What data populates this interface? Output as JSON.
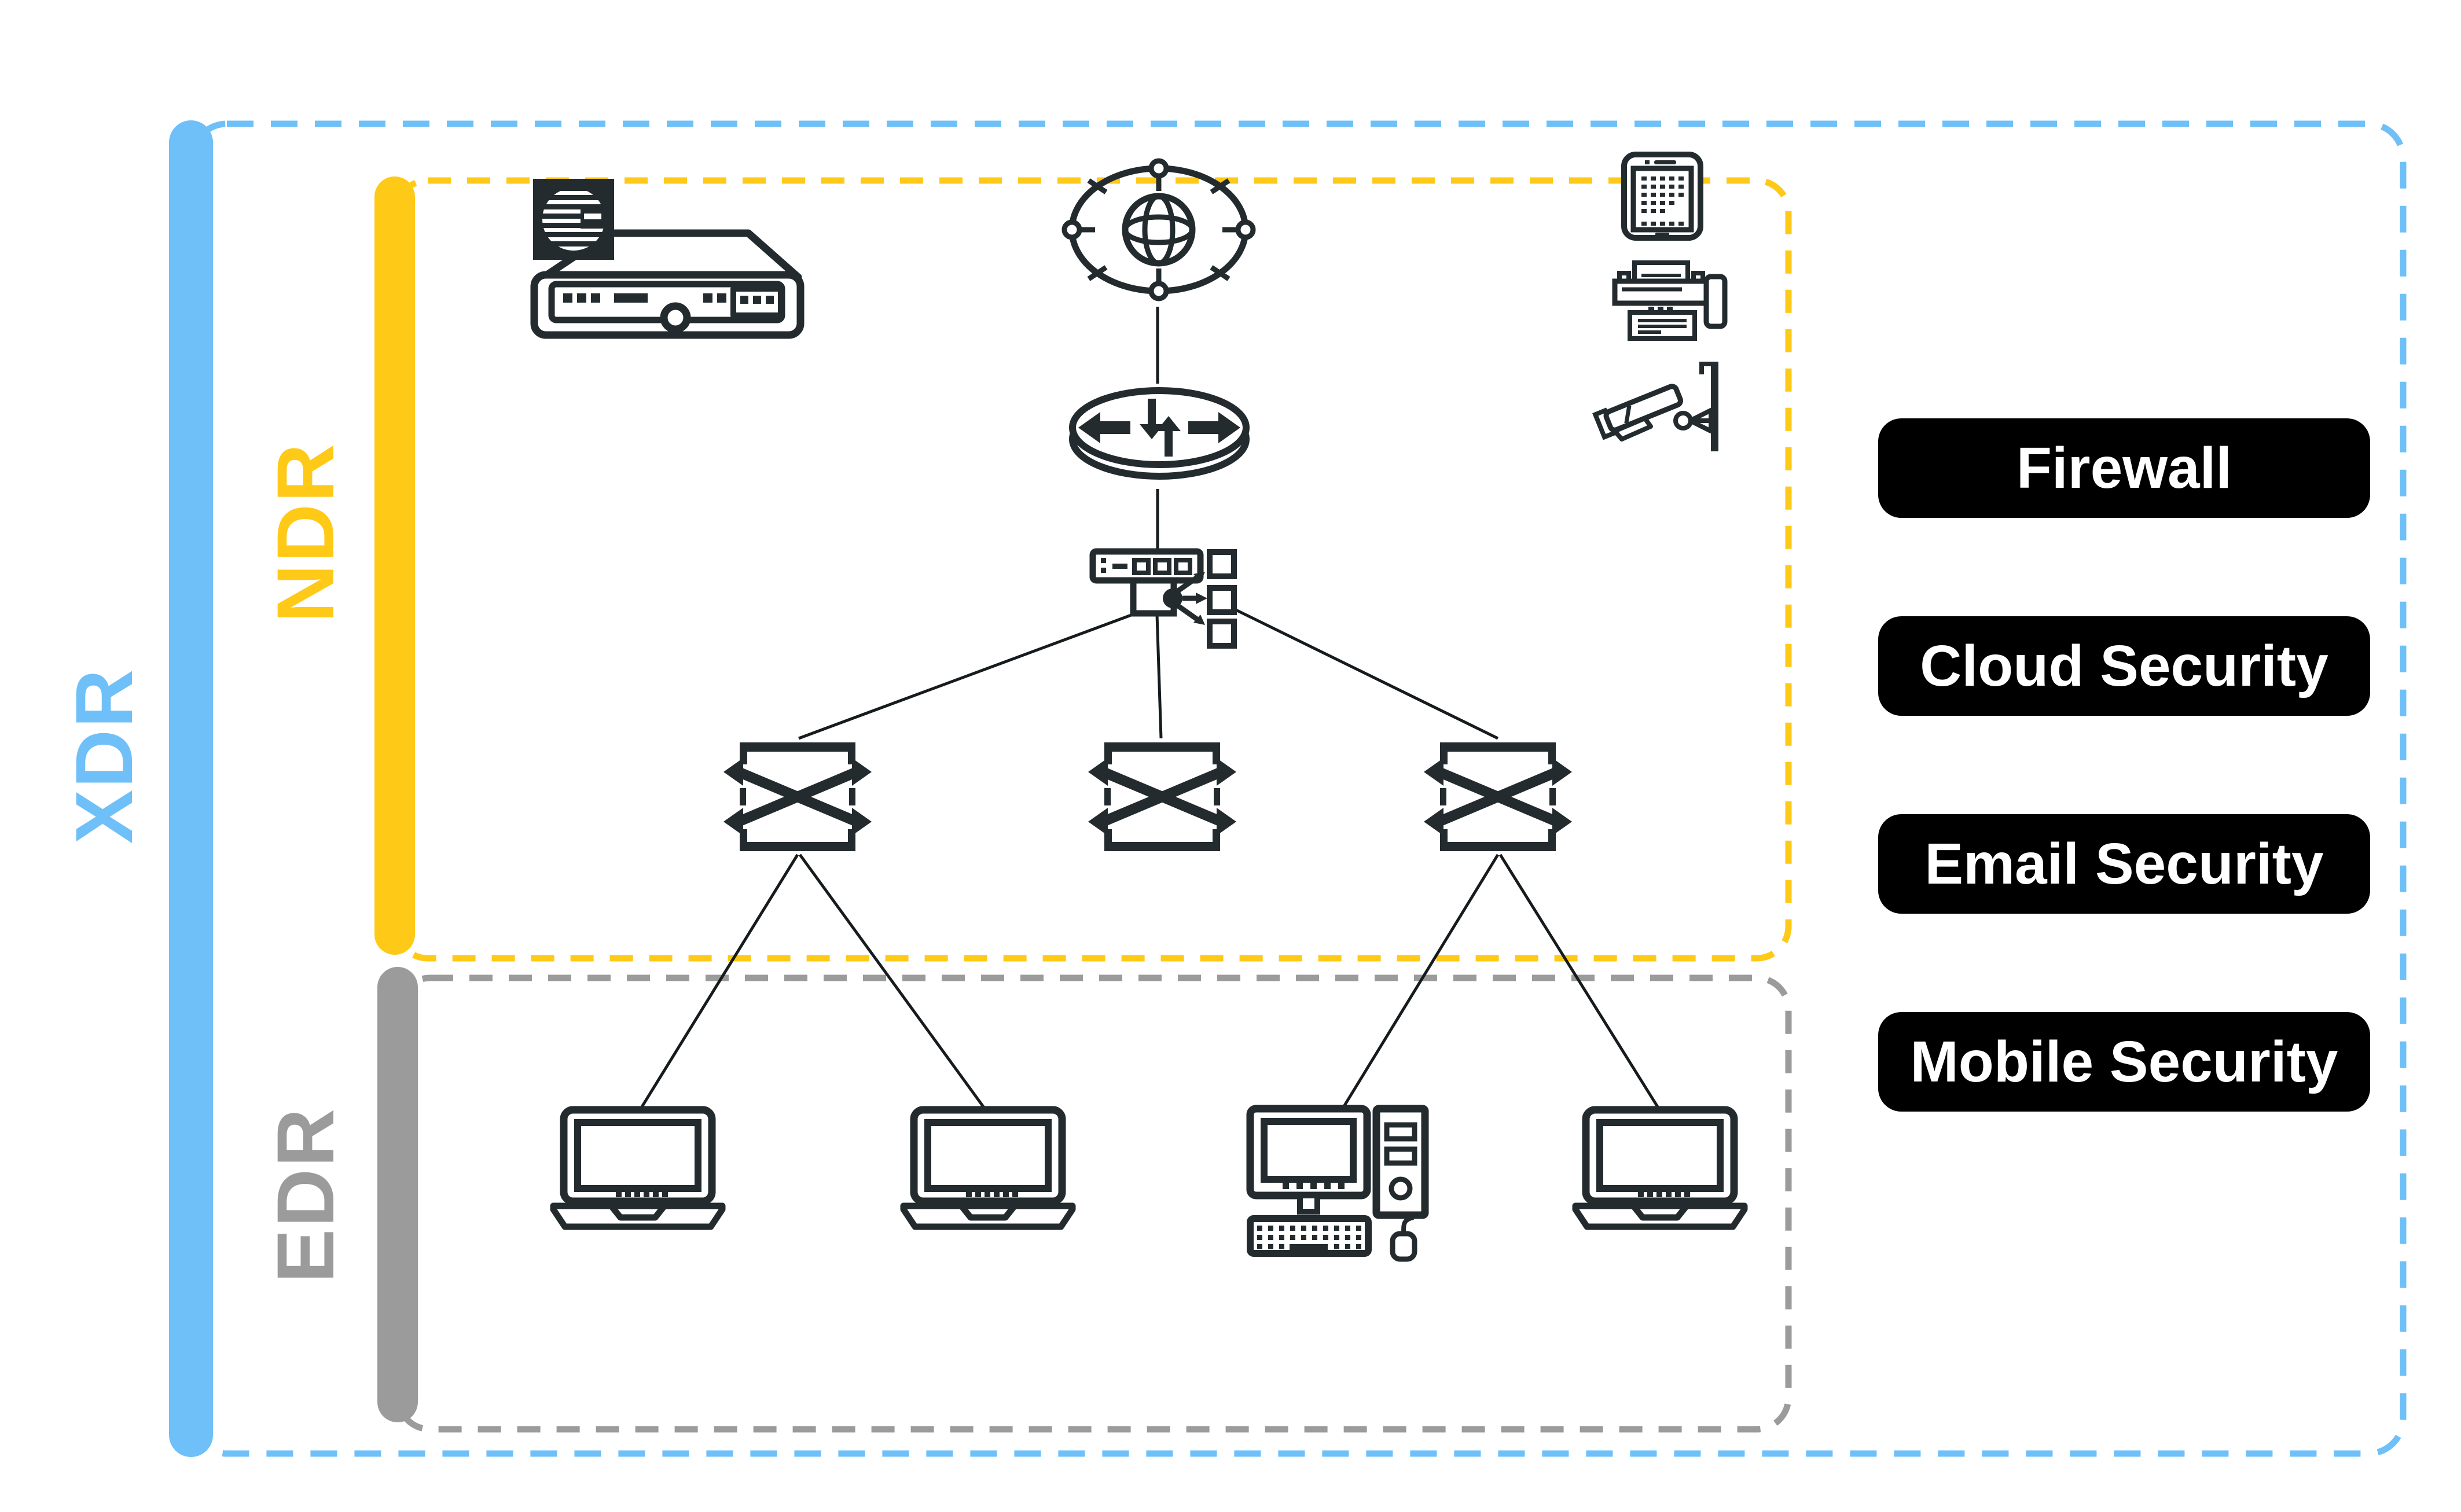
{
  "title": "XDR network security architecture diagram",
  "zones": {
    "xdr": {
      "label": "XDR",
      "color": "#6FC0F8"
    },
    "ndr": {
      "label": "NDR",
      "color": "#FFC917"
    },
    "edr": {
      "label": "EDR",
      "color": "#9B9B9B"
    }
  },
  "legend_buttons": [
    {
      "label": "Firewall"
    },
    {
      "label": "Cloud Security"
    },
    {
      "label": "Email Security"
    },
    {
      "label": "Mobile Security"
    }
  ],
  "legend_style": {
    "bg": "#000000",
    "text": "#FFFFFF"
  },
  "icons": {
    "ndr_zone": [
      "security-appliance-icon",
      "internet-globe-icon",
      "router-icon",
      "network-tap-icon",
      "network-switch-icon",
      "network-switch-icon",
      "network-switch-icon",
      "smartphone-icon",
      "printer-icon",
      "cctv-camera-icon"
    ],
    "edr_zone": [
      "laptop-icon",
      "laptop-icon",
      "desktop-computer-icon",
      "laptop-icon"
    ]
  },
  "colors": {
    "icon_stroke": "#232B2F",
    "connector": "#161B1E",
    "background": "#FFFFFF"
  }
}
